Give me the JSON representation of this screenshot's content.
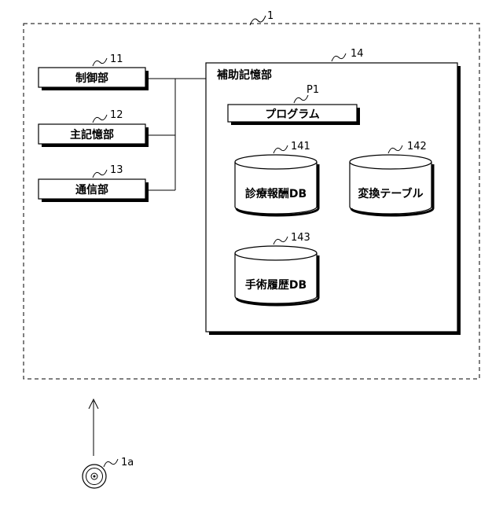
{
  "device": {
    "ref": "1"
  },
  "control_unit": {
    "ref": "11",
    "label": "制御部"
  },
  "main_memory": {
    "ref": "12",
    "label": "主記憶部"
  },
  "communication_unit": {
    "ref": "13",
    "label": "通信部"
  },
  "auxiliary_storage": {
    "ref": "14",
    "label": "補助記憶部",
    "program": {
      "ref": "P1",
      "label": "プログラム"
    },
    "databases": [
      {
        "ref": "141",
        "label": "診療報酬DB"
      },
      {
        "ref": "142",
        "label": "変換テーブル"
      },
      {
        "ref": "143",
        "label": "手術履歴DB"
      }
    ]
  },
  "recording_medium": {
    "ref": "1a"
  }
}
